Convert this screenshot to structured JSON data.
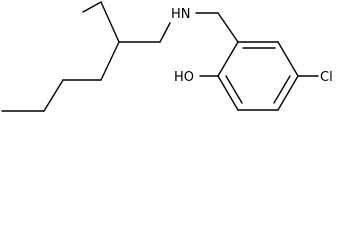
{
  "molecule": {
    "atoms": {
      "amine": "HN",
      "hydroxyl": "HO",
      "chlorine": "Cl"
    }
  },
  "colors": {
    "bond": "#000000",
    "label": "#000000",
    "background": "#ffffff"
  }
}
